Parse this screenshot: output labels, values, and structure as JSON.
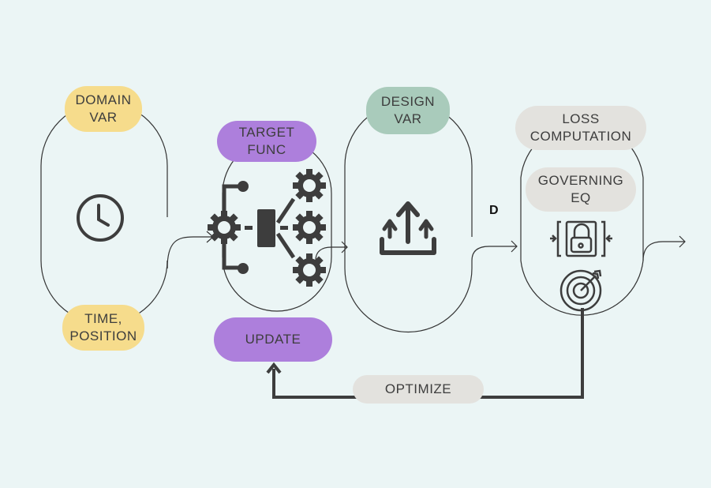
{
  "nodes": {
    "domain_var": "DOMAIN\nVAR",
    "time_position": "TIME,\nPOSITION",
    "target_func": "TARGET\nFUNC",
    "update": "UPDATE",
    "design_var": "DESIGN\nVAR",
    "loss_computation": "LOSS\nCOMPUTATION",
    "governing_eq": "GOVERNING\nEQ",
    "optimize": "OPTIMIZE",
    "d_label": "D"
  },
  "colors": {
    "background": "#ebf5f5",
    "yellow": "#f6dc8c",
    "purple": "#ad7fdc",
    "green": "#a9cbbb",
    "gray": "#e3e2de",
    "ink": "#3d3d3d"
  }
}
